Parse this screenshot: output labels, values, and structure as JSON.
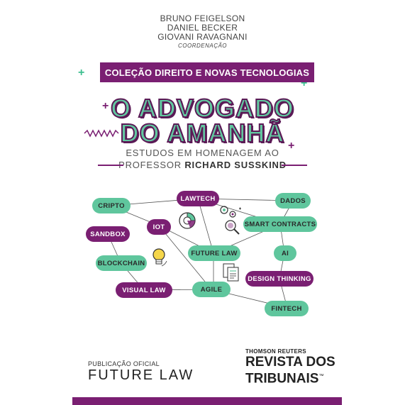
{
  "authors": {
    "names": [
      "BRUNO FEIGELSON",
      "DANIEL BECKER",
      "GIOVANI RAVAGNANI"
    ],
    "role": "COORDENAÇÃO"
  },
  "collection": "COLEÇÃO DIREITO E NOVAS TECNOLOGIAS",
  "title": {
    "line1": "O ADVOGADO",
    "line2": "DO AMANHÃ"
  },
  "subtitle": {
    "line1": "ESTUDOS EM HOMENAGEM AO",
    "line2_prefix": "PROFESSOR ",
    "line2_bold": "RICHARD SUSSKIND"
  },
  "diagram": {
    "nodes": {
      "cripto": "CRIPTO",
      "lawtech": "LAWTECH",
      "dados": "DADOS",
      "sandbox": "SANDBOX",
      "iot": "IOT",
      "smart_contracts": "SMART CONTRACTS",
      "blockchain": "BLOCKCHAIN",
      "future_law": "FUTURE LAW",
      "ai": "AI",
      "design_thinking": "DESIGN THINKING",
      "visual_law": "VISUAL LAW",
      "agile": "AGILE",
      "fintech": "FINTECH"
    },
    "icons": [
      "pie-chart-icon",
      "gears-icon",
      "magnifier-icon",
      "lightbulb-icon",
      "documents-icon"
    ]
  },
  "footer": {
    "publication_label": "PUBLICAÇÃO OFICIAL",
    "future_law_logo": "FUTURE LAW",
    "publisher_top": "THOMSON REUTERS",
    "publisher_line1": "REVISTA DOS",
    "publisher_line2": "TRIBUNAIS",
    "trademark": "™"
  },
  "colors": {
    "purple": "#7a1f72",
    "green": "#5fc69d",
    "title_outline": "#5b1a56"
  }
}
